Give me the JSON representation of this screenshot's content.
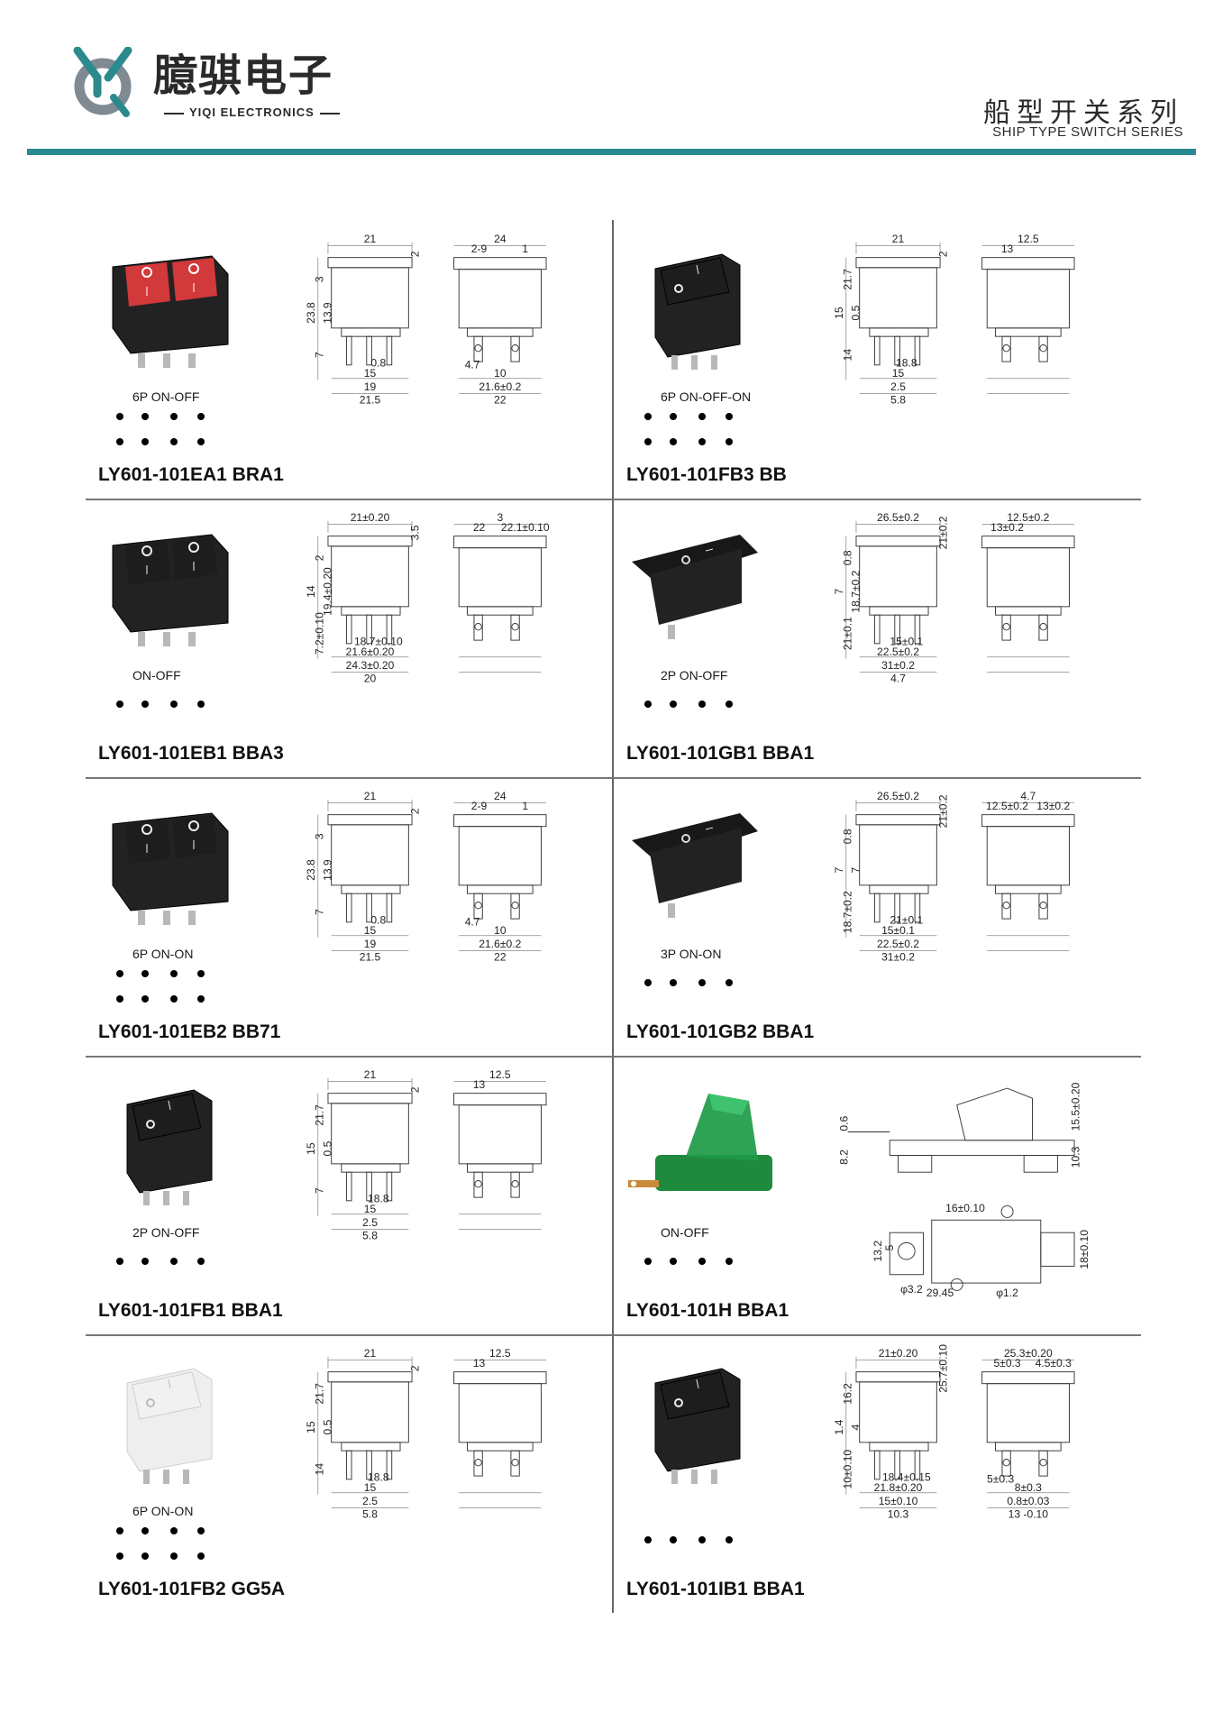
{
  "header": {
    "brand_cn": "臆骐电子",
    "brand_en": "YIQI ELECTRONICS",
    "series_cn": "船型开关系列",
    "series_en": "SHIP TYPE SWITCH SERIES",
    "accent_color": "#2b8a8d"
  },
  "products": [
    {
      "model": "LY601-101EA1  BRA1",
      "circuit": "6P  ON-OFF",
      "rocker_color": "#d2393b",
      "housing": "double-red",
      "dims": [
        "21",
        "2",
        "3",
        "23.8",
        "13.9",
        "7",
        "0.8",
        "15",
        "19",
        "21.5",
        "24",
        "2-9",
        "1",
        "4.7",
        "10",
        "21.6±0.2",
        "22"
      ]
    },
    {
      "model": "LY601-101FB3  BB",
      "circuit": "6P  ON-OFF-ON",
      "rocker_color": "#1d1d1d",
      "housing": "single-black",
      "dims": [
        "21",
        "2",
        "21.7",
        "15",
        "0.5",
        "14",
        "18.8",
        "15",
        "2.5",
        "5.8",
        "12.5",
        "13"
      ]
    },
    {
      "model": "LY601-101EB1  BBA3",
      "circuit": "ON-OFF",
      "rocker_color": "#1d1d1d",
      "housing": "double-black",
      "dims": [
        "21±0.20",
        "3.5",
        "2",
        "14",
        "19.4±0.20",
        "7.2±0.10",
        "18.7±0.10",
        "21.6±0.20",
        "24.3±0.20",
        "20",
        "3",
        "22",
        "22.1±0.10"
      ]
    },
    {
      "model": "LY601-101GB1  BBA1",
      "circuit": "2P  ON-OFF",
      "rocker_color": "#1d1d1d",
      "housing": "flange-black",
      "dims": [
        "26.5±0.2",
        "21±0.2",
        "0.8",
        "7",
        "18.7±0.2",
        "21±0.1",
        "15±0.1",
        "22.5±0.2",
        "31±0.2",
        "4.7",
        "12.5±0.2",
        "13±0.2"
      ]
    },
    {
      "model": "LY601-101EB2  BB71",
      "circuit": "6P  ON-ON",
      "rocker_color": "#1d1d1d",
      "housing": "double-black",
      "dims": [
        "21",
        "2",
        "3",
        "23.8",
        "13.9",
        "7",
        "0.8",
        "15",
        "19",
        "21.5",
        "24",
        "2-9",
        "1",
        "4.7",
        "10",
        "21.6±0.2",
        "22"
      ]
    },
    {
      "model": "LY601-101GB2  BBA1",
      "circuit": "3P  ON-ON",
      "rocker_color": "#1d1d1d",
      "housing": "flange-black",
      "dims": [
        "26.5±0.2",
        "21±0.2",
        "0.8",
        "7",
        "7",
        "18.7±0.2",
        "21±0.1",
        "15±0.1",
        "22.5±0.2",
        "31±0.2",
        "4.7",
        "12.5±0.2",
        "13±0.2"
      ]
    },
    {
      "model": "LY601-101FB1  BBA1",
      "circuit": "2P  ON-OFF",
      "rocker_color": "#1d1d1d",
      "housing": "single-black",
      "dims": [
        "21",
        "2",
        "21.7",
        "15",
        "0.5",
        "7",
        "18.8",
        "15",
        "2.5",
        "5.8",
        "12.5",
        "13"
      ]
    },
    {
      "model": "LY601-101H  BBA1",
      "circuit": "ON-OFF",
      "rocker_color": "#1e9a48",
      "housing": "green-pcb",
      "dims": [
        "15.5±0.20",
        "0.6",
        "8.2",
        "10.3",
        "16±0.10",
        "13.2",
        "5",
        "18±0.10",
        "φ3.2",
        "29.45",
        "φ1.2"
      ]
    },
    {
      "model": "LY601-101FB2  GG5A",
      "circuit": "6P  ON-ON",
      "rocker_color": "#f1f1f1",
      "housing": "single-white",
      "dims": [
        "21",
        "2",
        "21.7",
        "15",
        "0.5",
        "14",
        "18.8",
        "15",
        "2.5",
        "5.8",
        "12.5",
        "13"
      ]
    },
    {
      "model": "LY601-101IB1  BBA1",
      "circuit": "",
      "rocker_color": "#1d1d1d",
      "housing": "mini-black",
      "dims": [
        "21±0.20",
        "25.7±0.10",
        "16.2",
        "1.4",
        "4",
        "10±0.10",
        "18.4±0.15",
        "21.8±0.20",
        "15±0.10",
        "10.3",
        "25.3±0.20",
        "5±0.3",
        "4.5±0.3",
        "5±0.3",
        "8±0.3",
        "0.8±0.03",
        "13 -0.10"
      ]
    }
  ]
}
